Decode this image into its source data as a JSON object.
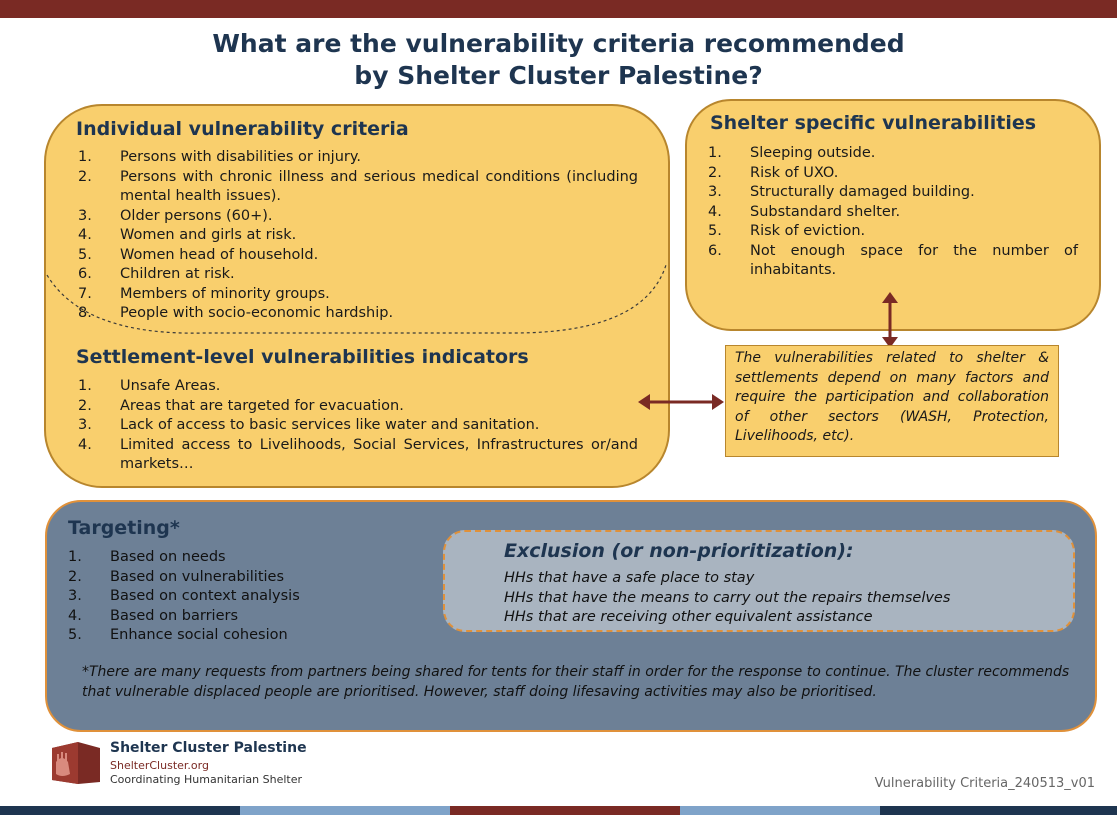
{
  "title": {
    "line1": "What are the vulnerability criteria recommended",
    "line2": "by Shelter Cluster Palestine?"
  },
  "individual": {
    "heading": "Individual vulnerability criteria",
    "items": [
      {
        "num": "1.",
        "text": "Persons with disabilities or injury."
      },
      {
        "num": "2.",
        "text": "Persons with chronic illness and serious medical conditions (including mental health issues)."
      },
      {
        "num": "3.",
        "text": "Older persons (60+)."
      },
      {
        "num": "4.",
        "text": "Women and girls at risk."
      },
      {
        "num": "5.",
        "text": "Women head of household."
      },
      {
        "num": "6.",
        "text": "Children at risk."
      },
      {
        "num": "7.",
        "text": "Members of minority groups."
      },
      {
        "num": "8.",
        "text": "People with socio-economic hardship."
      }
    ]
  },
  "settlement": {
    "heading": "Settlement-level vulnerabilities indicators",
    "items": [
      {
        "num": "1.",
        "text": "Unsafe Areas."
      },
      {
        "num": "2.",
        "text": "Areas that are targeted for evacuation."
      },
      {
        "num": "3.",
        "text": "Lack of access to basic services like water and sanitation."
      },
      {
        "num": "4.",
        "text": "Limited access to Livelihoods, Social Services, Infrastructures or/and markets…"
      }
    ]
  },
  "shelter": {
    "heading": "Shelter specific vulnerabilities",
    "items": [
      {
        "num": "1.",
        "text": "Sleeping outside."
      },
      {
        "num": "2.",
        "text": "Risk of UXO."
      },
      {
        "num": "3.",
        "text": "Structurally damaged building."
      },
      {
        "num": "4.",
        "text": "Substandard shelter."
      },
      {
        "num": "5.",
        "text": "Risk of eviction."
      },
      {
        "num": "6.",
        "text": "Not enough space for the number of inhabitants."
      }
    ]
  },
  "note": "The vulnerabilities related to shelter & settlements depend on many factors and require the participation and collaboration of other sectors (WASH, Protection, Livelihoods, etc).",
  "targeting": {
    "heading": "Targeting*",
    "items": [
      {
        "num": "1.",
        "text": "Based on needs"
      },
      {
        "num": "2.",
        "text": "Based on vulnerabilities"
      },
      {
        "num": "3.",
        "text": "Based on context analysis"
      },
      {
        "num": "4.",
        "text": "Based on barriers"
      },
      {
        "num": "5.",
        "text": "Enhance social cohesion"
      }
    ]
  },
  "exclusion": {
    "heading": "Exclusion (or non-prioritization):",
    "lines": [
      "HHs that have a safe place to stay",
      "HHs that have the means to carry out the repairs themselves",
      "HHs that are receiving other equivalent assistance"
    ]
  },
  "footnote": "*There are many requests from partners being shared for tents for their staff in order for the response to continue. The cluster recommends that vulnerable displaced people are prioritised. However, staff doing lifesaving activities may also be prioritised.",
  "logo": {
    "title": "Shelter Cluster Palestine",
    "url": "ShelterCluster.org",
    "tagline": "Coordinating Humanitarian Shelter"
  },
  "version": "Vulnerability Criteria_240513_v01",
  "colors": {
    "brand_red": "#7a2a24",
    "yellow_box": "#f9cf6d",
    "slate_box": "#6d8096",
    "orange_border": "#e0913a",
    "heading_navy": "#1e3550"
  }
}
